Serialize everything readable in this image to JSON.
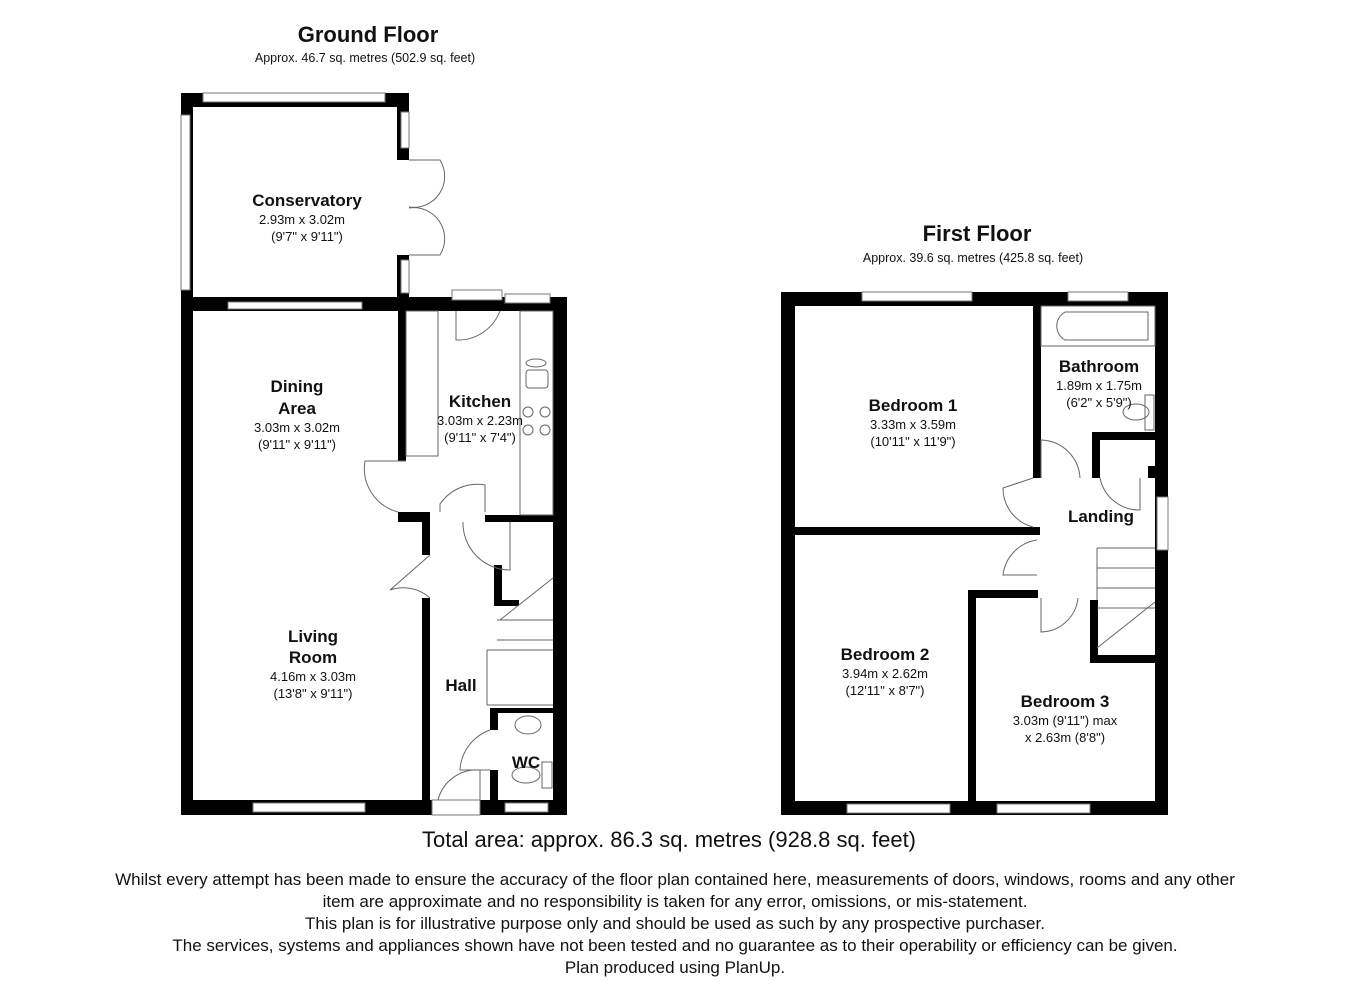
{
  "ground_floor": {
    "title": "Ground Floor",
    "area": "Approx. 46.7 sq. metres (502.9 sq. feet)",
    "rooms": [
      {
        "name": "Conservatory",
        "dim_m": "2.93m x 3.02m",
        "dim_ft": "(9'7\" x 9'11\")"
      },
      {
        "name_line1": "Dining",
        "name_line2": "Area",
        "dim_m": "3.03m x 3.02m",
        "dim_ft": "(9'11\" x 9'11\")"
      },
      {
        "name": "Kitchen",
        "dim_m": "3.03m x 2.23m",
        "dim_ft": "(9'11\" x 7'4\")"
      },
      {
        "name_line1": "Living",
        "name_line2": "Room",
        "dim_m": "4.16m x 3.03m",
        "dim_ft": "(13'8\" x 9'11\")"
      },
      {
        "name": "Hall"
      },
      {
        "name": "WC"
      }
    ]
  },
  "first_floor": {
    "title": "First Floor",
    "area": "Approx. 39.6 sq. metres (425.8 sq. feet)",
    "rooms": [
      {
        "name": "Bedroom 1",
        "dim_m": "3.33m x 3.59m",
        "dim_ft": "(10'11\" x 11'9\")"
      },
      {
        "name": "Bathroom",
        "dim_m": "1.89m x 1.75m",
        "dim_ft": "(6'2\" x 5'9\")"
      },
      {
        "name": "Landing"
      },
      {
        "name": "Bedroom 2",
        "dim_m": "3.94m x 2.62m",
        "dim_ft": "(12'11\" x 8'7\")"
      },
      {
        "name": "Bedroom 3",
        "dim_line1": "3.03m (9'11\") max",
        "dim_line2": "x 2.63m (8'8\")"
      }
    ]
  },
  "total_area": "Total area: approx. 86.3 sq. metres (928.8 sq. feet)",
  "disclaimer": [
    "Whilst every attempt has been made to ensure the accuracy of the floor plan contained here, measurements of doors, windows, rooms and any other",
    "item are approximate and no responsibility is taken for any error, omissions, or mis-statement.",
    "This plan is for illustrative purpose only and should be used as such by any prospective purchaser.",
    "The services, systems and appliances shown have not been tested and no guarantee as to their operability or efficiency can be given.",
    "Plan produced using PlanUp."
  ]
}
